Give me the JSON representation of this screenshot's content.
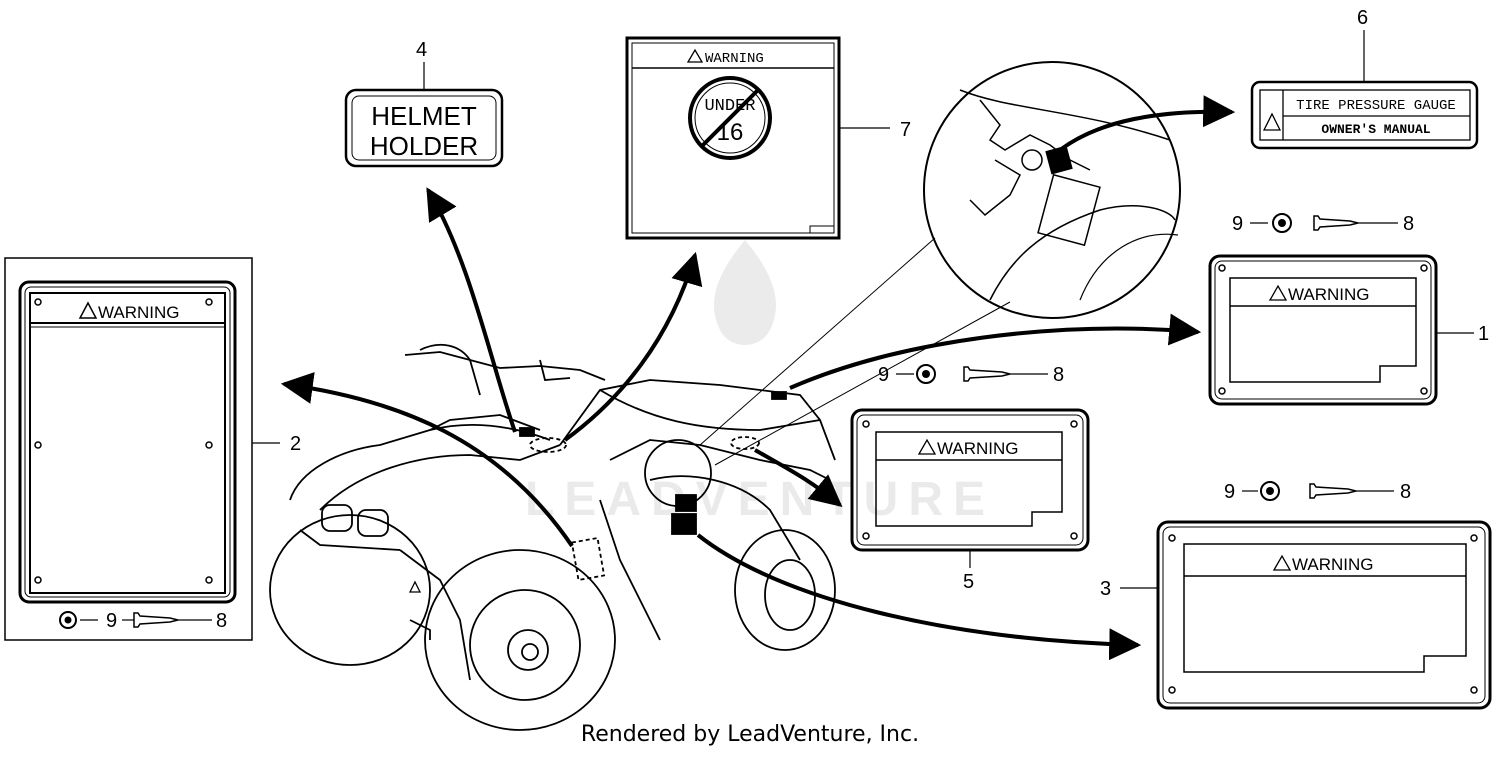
{
  "labels": {
    "warning": "WARNING",
    "helmet_line1": "HELMET",
    "helmet_line2": "HOLDER",
    "under": "UNDER",
    "age": "16",
    "tire_pressure": "TIRE PRESSURE GAUGE",
    "owners_manual": "OWNER'S MANUAL"
  },
  "callouts": {
    "n1": "1",
    "n2": "2",
    "n3": "3",
    "n4": "4",
    "n5": "5",
    "n6": "6",
    "n7": "7",
    "n8": "8",
    "n9": "9"
  },
  "footer": "Rendered by LeadVenture, Inc.",
  "watermark": "LEADVENTURE"
}
